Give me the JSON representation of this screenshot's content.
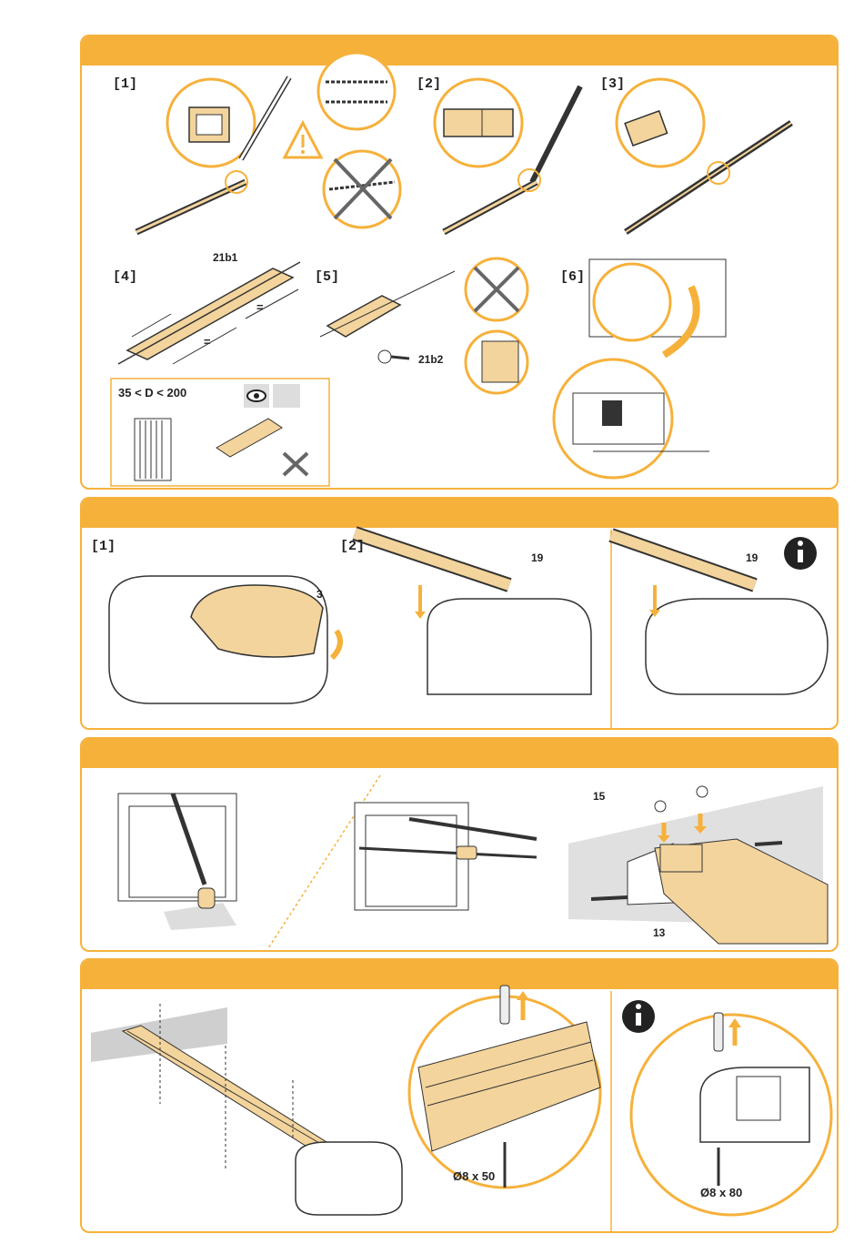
{
  "colors": {
    "accent": "#f6b13b",
    "part_fill": "#f3d49c",
    "line": "#333333",
    "warn": "#f6b13b"
  },
  "sections": [
    {
      "steps": [
        "[1]",
        "[2]",
        "[3]",
        "[4]",
        "[5]",
        "[6]"
      ],
      "callouts": {
        "cover_ref": "21b1",
        "screw_ref": "21b2"
      },
      "inset": {
        "range": "35 < D < 200",
        "icons": [
          "eye-icon",
          "manual-icon"
        ]
      },
      "equal_sign": "="
    },
    {
      "steps": [
        "[1]",
        "[2]"
      ],
      "callouts": {
        "cover_ref": "3",
        "screw_ref": "19",
        "screw_ref_b": "19"
      },
      "icons": [
        "info-icon"
      ]
    },
    {
      "callouts": {
        "nut_ref": "15",
        "bolt_ref": "13"
      }
    },
    {
      "dimensions": {
        "plug_a": "Ø8 x 50",
        "plug_b": "Ø8 x 80"
      },
      "icons": [
        "info-icon"
      ]
    }
  ]
}
